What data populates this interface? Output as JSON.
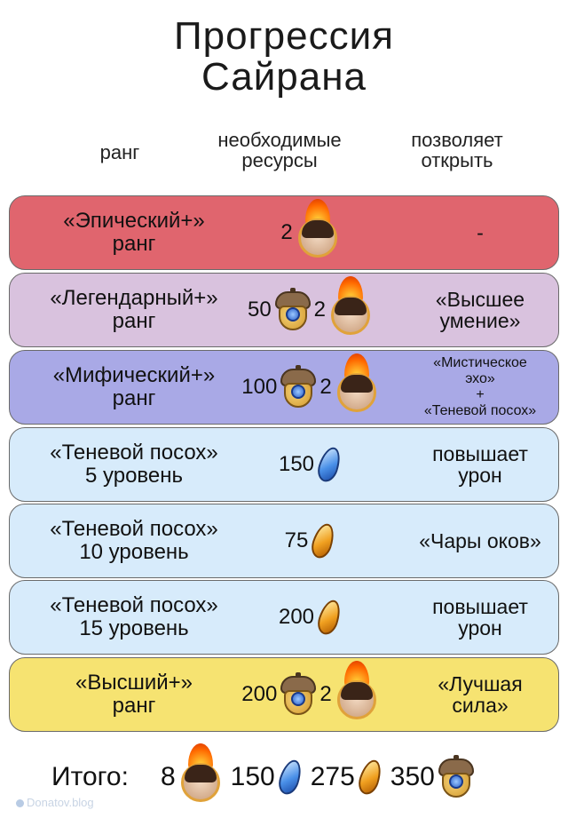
{
  "title": {
    "line1": "Прогрессия",
    "line2": "Сайрана"
  },
  "headers": {
    "rank": "ранг",
    "resources_line1": "необходимые",
    "resources_line2": "ресурсы",
    "unlocks_line1": "позволяет",
    "unlocks_line2": "открыть"
  },
  "colors": {
    "epic": "#e0656e",
    "legendary": "#d9c2de",
    "mythic": "#a9a9e6",
    "staff": "#d7ebfb",
    "supreme": "#f6e371",
    "border": "#6a6a6a"
  },
  "rows": [
    {
      "rank_line1": "«Эпический+»",
      "rank_line2": "ранг",
      "acorn_qty": "",
      "hero_qty": "2",
      "crystal_qty": "",
      "gem_qty": "",
      "unlock": [
        "-"
      ]
    },
    {
      "rank_line1": "«Легендарный+»",
      "rank_line2": "ранг",
      "acorn_qty": "50",
      "hero_qty": "2",
      "crystal_qty": "",
      "gem_qty": "",
      "unlock": [
        "«Высшее",
        "умение»"
      ]
    },
    {
      "rank_line1": "«Мифический+»",
      "rank_line2": "ранг",
      "acorn_qty": "100",
      "hero_qty": "2",
      "crystal_qty": "",
      "gem_qty": "",
      "unlock": [
        "«Мистическое",
        "эхо»",
        "+",
        "«Теневой посох»"
      ]
    },
    {
      "rank_line1": "«Теневой посох»",
      "rank_line2": "5 уровень",
      "acorn_qty": "",
      "hero_qty": "",
      "crystal_qty": "150",
      "gem_qty": "",
      "unlock": [
        "повышает",
        "урон"
      ]
    },
    {
      "rank_line1": "«Теневой посох»",
      "rank_line2": "10 уровень",
      "acorn_qty": "",
      "hero_qty": "",
      "crystal_qty": "",
      "gem_qty": "75",
      "unlock": [
        "«Чары оков»"
      ]
    },
    {
      "rank_line1": "«Теневой посох»",
      "rank_line2": "15 уровень",
      "acorn_qty": "",
      "hero_qty": "",
      "crystal_qty": "",
      "gem_qty": "200",
      "unlock": [
        "повышает",
        "урон"
      ]
    },
    {
      "rank_line1": "«Высший+»",
      "rank_line2": "ранг",
      "acorn_qty": "200",
      "hero_qty": "2",
      "crystal_qty": "",
      "gem_qty": "",
      "unlock": [
        "«Лучшая",
        "сила»"
      ]
    }
  ],
  "total": {
    "label": "Итого:",
    "hero": "8",
    "crystal": "150",
    "gem": "275",
    "acorn": "350"
  },
  "watermark": "Donatov.blog",
  "icons": {
    "acorn": "acorn-icon",
    "hero": "flaming-hero-portrait-icon",
    "crystal": "blue-crystal-icon",
    "gem": "orange-gem-icon"
  }
}
